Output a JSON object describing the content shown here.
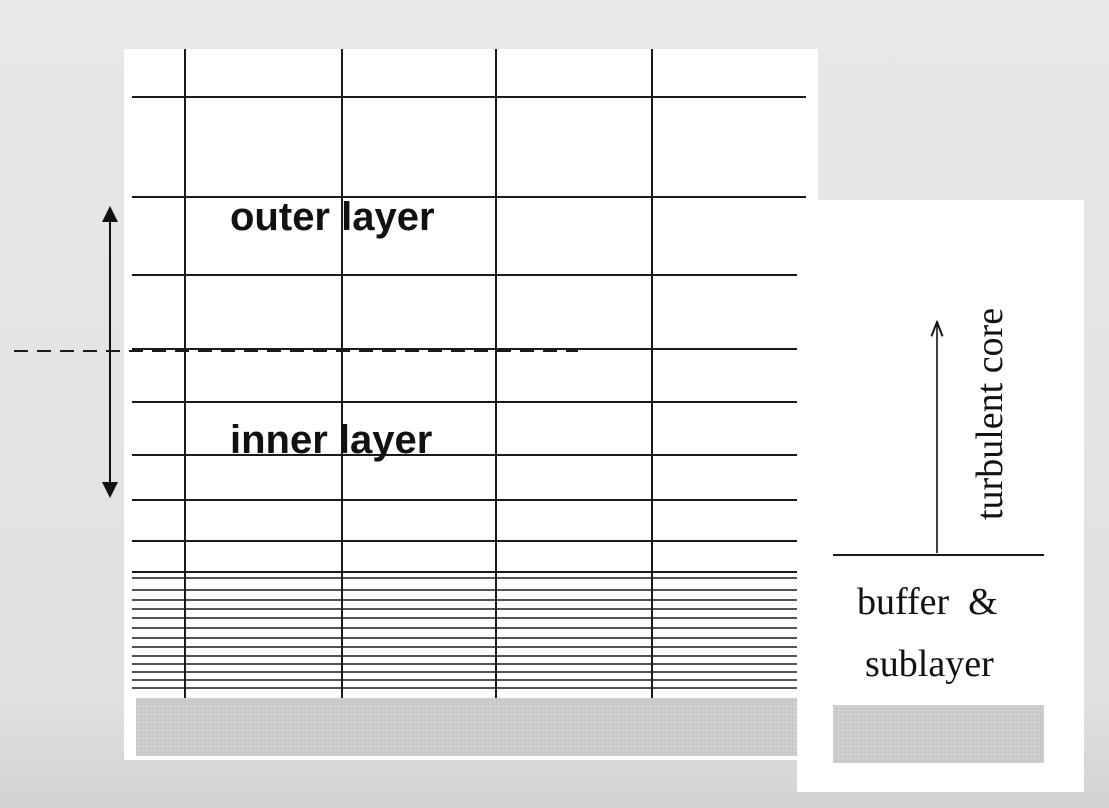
{
  "diagram": {
    "labels": {
      "outer_layer": "outer layer",
      "inner_layer": "inner layer",
      "turbulent_core": "turbulent core",
      "buffer_line1": "buffer  &",
      "buffer_line2": "sublayer"
    },
    "colors": {
      "panel": "#ffffff",
      "grid_line": "#1a1a1a",
      "wall_fill": "#c8c8c8"
    }
  }
}
